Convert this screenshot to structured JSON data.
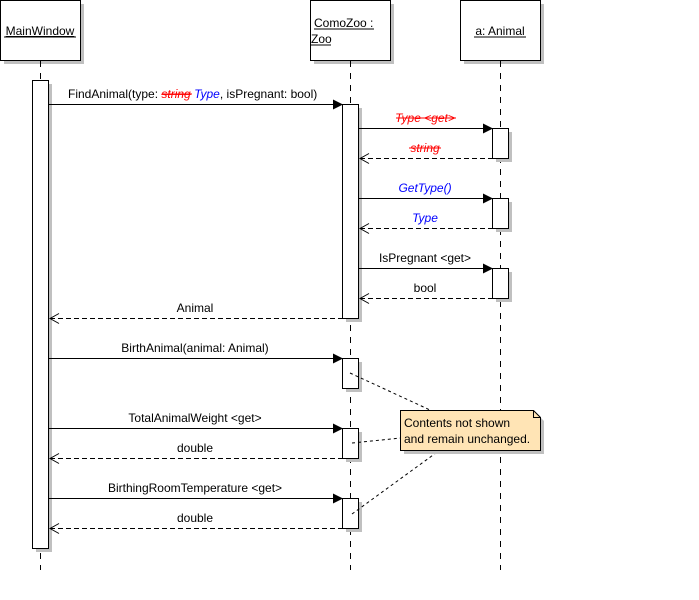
{
  "diagram": {
    "type": "uml-sequence",
    "lifelines": [
      {
        "id": "main",
        "name": "MainWindow"
      },
      {
        "id": "zoo",
        "name_line1": "ComoZoo :",
        "name_line2": "Zoo"
      },
      {
        "id": "animal",
        "name": "a: Animal"
      }
    ],
    "messages": {
      "find_animal": {
        "prefix": "FindAnimal(type: ",
        "removed": "string",
        "added": "Type",
        "suffix": ", isPregnant: bool)"
      },
      "type_get": {
        "label": "Type <get>",
        "status": "removed"
      },
      "string_return": {
        "label": "string",
        "status": "removed"
      },
      "get_type": {
        "label": "GetType()",
        "status": "added"
      },
      "type_return": {
        "label": "Type",
        "status": "added"
      },
      "is_pregnant": {
        "label": "IsPregnant <get>"
      },
      "bool_return": {
        "label": "bool"
      },
      "animal_return": {
        "label": "Animal"
      },
      "birth_animal": {
        "label": "BirthAnimal(animal: Animal)"
      },
      "total_weight": {
        "label": "TotalAnimalWeight <get>"
      },
      "double_return_1": {
        "label": "double"
      },
      "birthing_temp": {
        "label": "BirthingRoomTemperature <get>"
      },
      "double_return_2": {
        "label": "double"
      }
    },
    "note": {
      "line1": "Contents not shown",
      "line2": "and remain unchanged."
    },
    "colors": {
      "removed": "#ff0000",
      "added": "#0000ff",
      "note_fill": "#ffe4b5",
      "shadow": "#c0c0c0"
    }
  }
}
